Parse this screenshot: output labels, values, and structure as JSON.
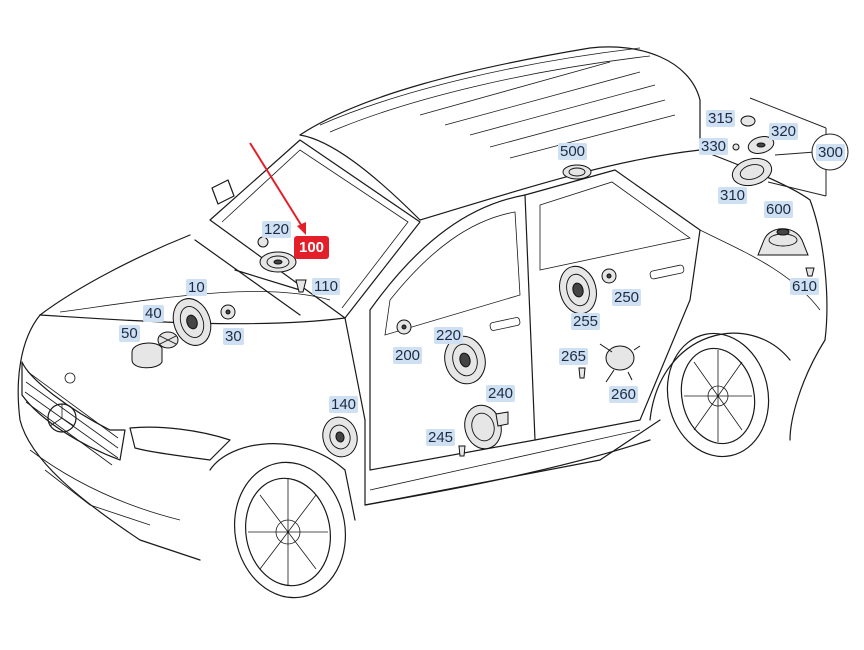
{
  "diagram": {
    "highlighted_part": "100",
    "highlight_color": "#e3202a",
    "tag_color": "#cfe0f3",
    "parts": [
      {
        "id": "100",
        "label": "100"
      },
      {
        "id": "120",
        "label": "120"
      },
      {
        "id": "110",
        "label": "110"
      },
      {
        "id": "10",
        "label": "10"
      },
      {
        "id": "40",
        "label": "40"
      },
      {
        "id": "50",
        "label": "50"
      },
      {
        "id": "30",
        "label": "30"
      },
      {
        "id": "500",
        "label": "500"
      },
      {
        "id": "315",
        "label": "315"
      },
      {
        "id": "320",
        "label": "320"
      },
      {
        "id": "330",
        "label": "330"
      },
      {
        "id": "300",
        "label": "300"
      },
      {
        "id": "310",
        "label": "310"
      },
      {
        "id": "600",
        "label": "600"
      },
      {
        "id": "610",
        "label": "610"
      },
      {
        "id": "250",
        "label": "250"
      },
      {
        "id": "255",
        "label": "255"
      },
      {
        "id": "265",
        "label": "265"
      },
      {
        "id": "260",
        "label": "260"
      },
      {
        "id": "220",
        "label": "220"
      },
      {
        "id": "200",
        "label": "200"
      },
      {
        "id": "240",
        "label": "240"
      },
      {
        "id": "245",
        "label": "245"
      },
      {
        "id": "140",
        "label": "140"
      }
    ]
  }
}
